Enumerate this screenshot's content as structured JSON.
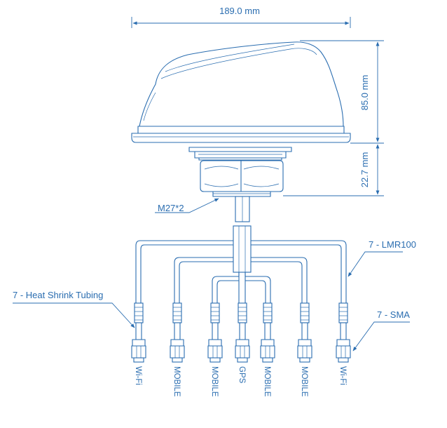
{
  "dimensions": {
    "width": "189.0 mm",
    "height_dome": "85.0 mm",
    "height_mount": "22.7 mm"
  },
  "callouts": {
    "thread": "M27*2",
    "cable": "7 - LMR100",
    "tubing": "7 - Heat Shrink Tubing",
    "connector": "7 - SMA"
  },
  "connectors": [
    "Wi-Fi",
    "MOBILE",
    "MOBILE",
    "GPS",
    "MOBILE",
    "MOBILE",
    "Wi-Fi"
  ],
  "colors": {
    "ink": "#2a6db0",
    "background": "#ffffff"
  }
}
